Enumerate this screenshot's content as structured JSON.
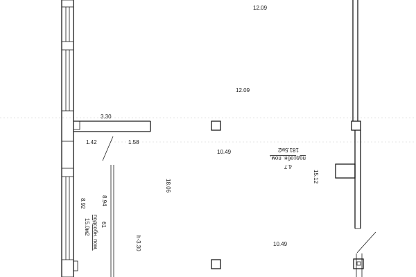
{
  "plan": {
    "labels": {
      "top_width": "12.09",
      "mid_width": "12.09",
      "partition_width": "3.30",
      "left_gap": "1.42",
      "door_gap": "1.58",
      "col_span_upper": "10.49",
      "col_span_lower": "10.49",
      "right_depth": "15.12",
      "hall_depth": "18.06",
      "left_depth_a": "8.92",
      "left_depth_b": "8.94",
      "height_mark": "h-3.30"
    },
    "rooms": [
      {
        "number": "4.7",
        "name": "подсобн. пом.",
        "area": "181.5м2"
      },
      {
        "number": "61",
        "name": "подсобн. пом.",
        "area": "15.0м2"
      }
    ]
  }
}
